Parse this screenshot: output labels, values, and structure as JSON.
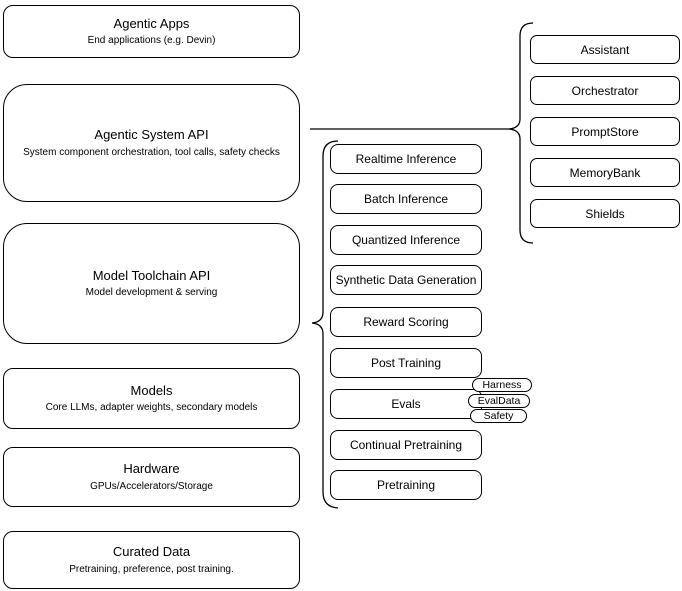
{
  "colors": {
    "stroke": "#000000",
    "fill": "#ffffff",
    "background": "#ffffff"
  },
  "left_stack": [
    {
      "title": "Agentic Apps",
      "subtitle": "End applications (e.g. Devin)"
    },
    {
      "title": "Agentic System API",
      "subtitle": "System component orchestration, tool calls, safety checks"
    },
    {
      "title": "Model Toolchain API",
      "subtitle": "Model development & serving"
    },
    {
      "title": "Models",
      "subtitle": "Core LLMs, adapter weights, secondary models"
    },
    {
      "title": "Hardware",
      "subtitle": "GPUs/Accelerators/Storage"
    },
    {
      "title": "Curated Data",
      "subtitle": "Pretraining, preference, post training."
    }
  ],
  "toolchain_components": [
    "Realtime Inference",
    "Batch Inference",
    "Quantized Inference",
    "Synthetic Data Generation",
    "Reward Scoring",
    "Post Training",
    "Evals",
    "Continual Pretraining",
    "Pretraining"
  ],
  "eval_tags": [
    "Harness",
    "EvalData",
    "Safety"
  ],
  "system_components": [
    "Assistant",
    "Orchestrator",
    "PromptStore",
    "MemoryBank",
    "Shields"
  ]
}
